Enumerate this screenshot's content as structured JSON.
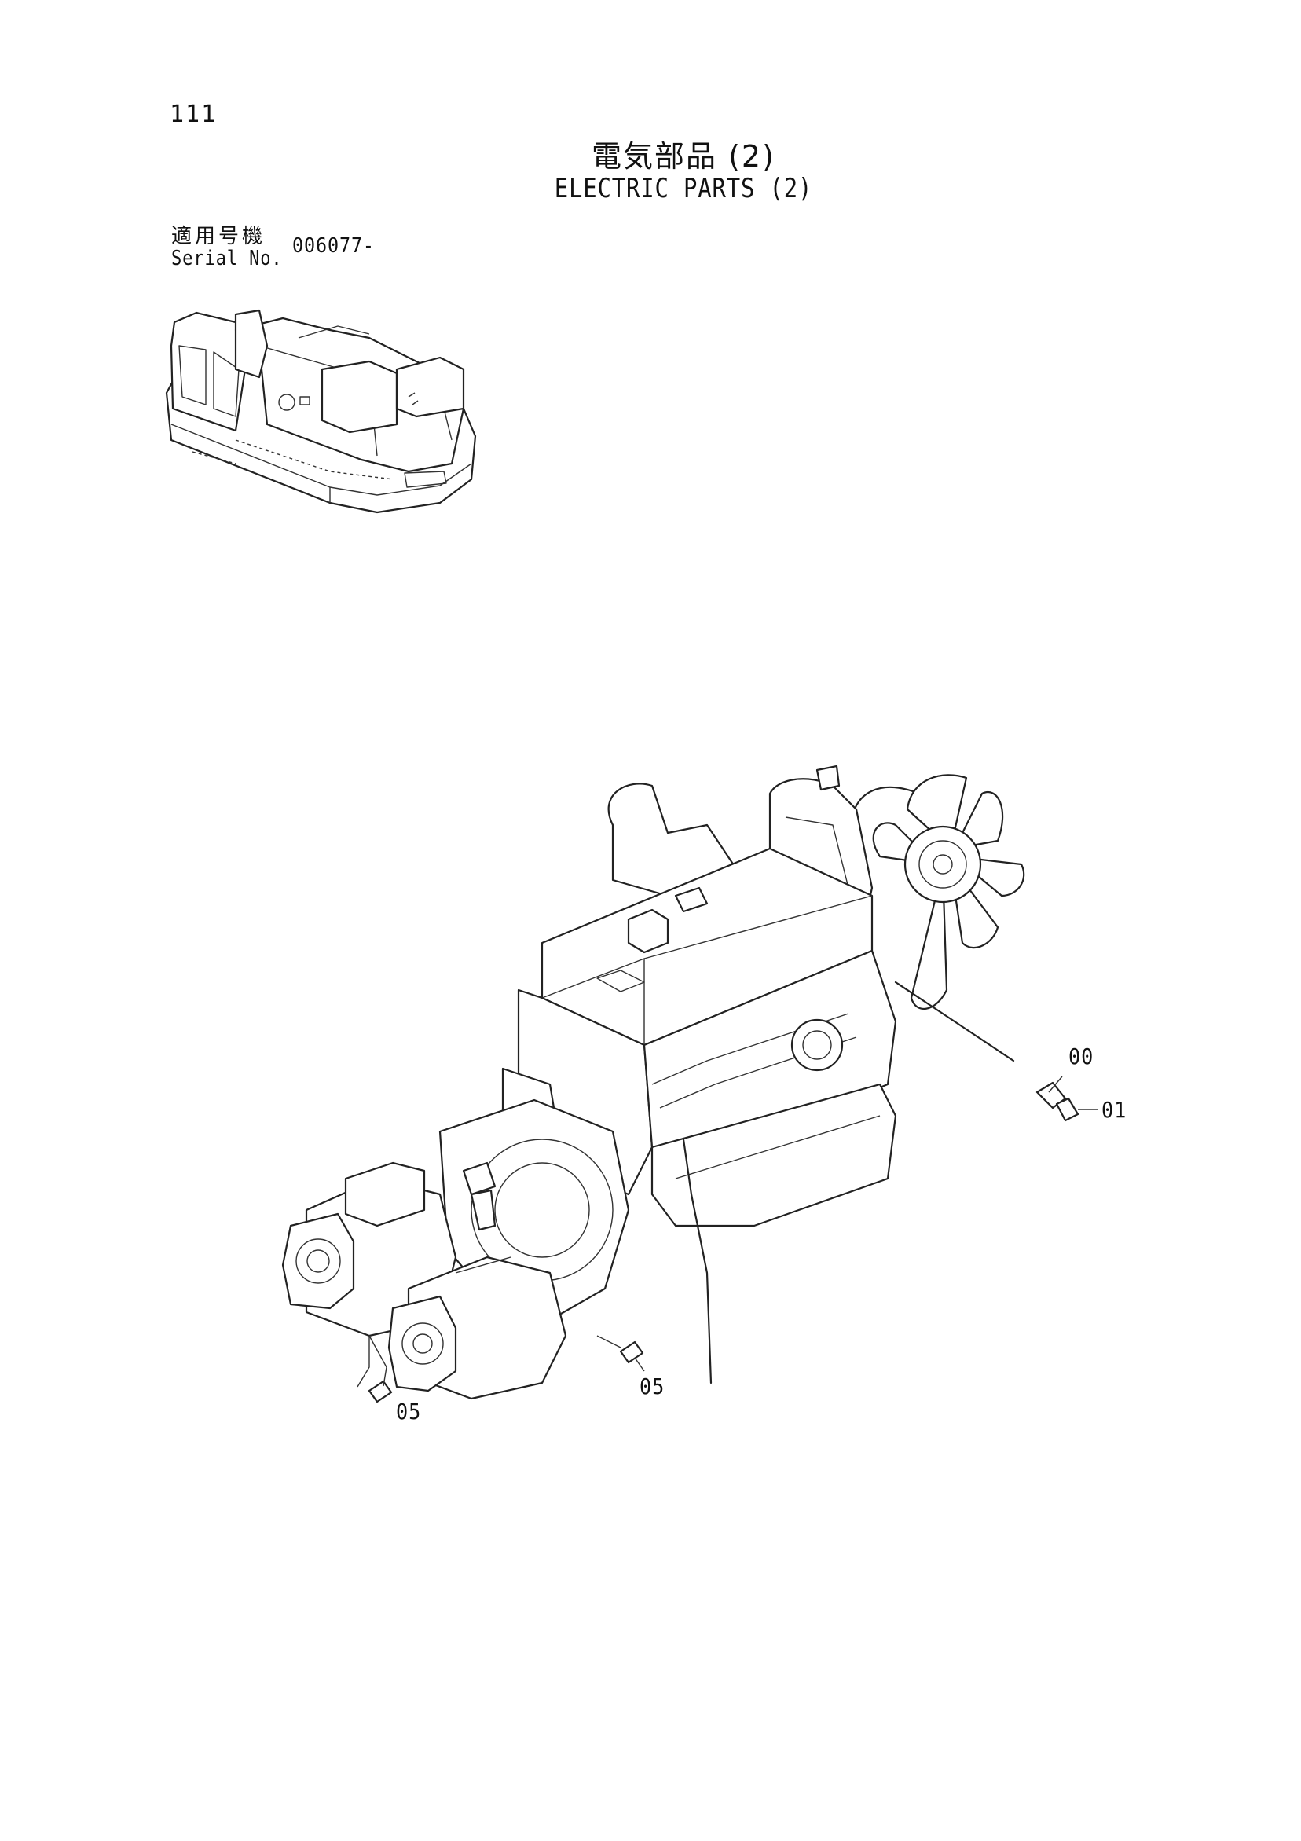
{
  "page": {
    "number": "111",
    "title_jp": "電気部品 (2)",
    "title_en": "ELECTRIC PARTS (2)"
  },
  "serial": {
    "label_jp": "適用号機",
    "label_en": "Serial No.",
    "value": "006077-"
  },
  "callouts": {
    "c00": "00",
    "c01": "01",
    "c05_left": "05",
    "c05_right": "05"
  }
}
